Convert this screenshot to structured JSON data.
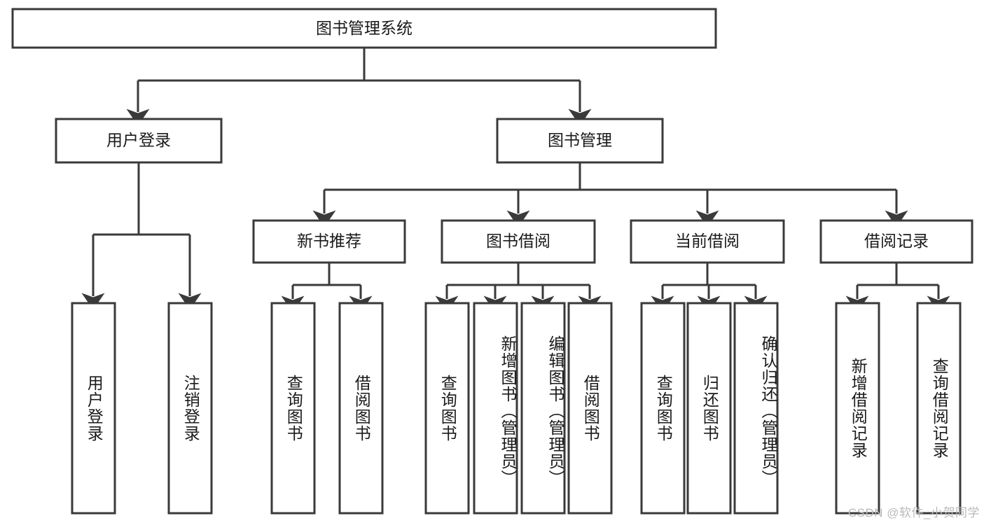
{
  "diagram": {
    "type": "tree-hierarchy-flowchart",
    "root": {
      "id": "root",
      "label": "图书管理系统"
    },
    "level2": [
      {
        "id": "user-login",
        "label": "用户登录"
      },
      {
        "id": "book-management",
        "label": "图书管理"
      }
    ],
    "level3": [
      {
        "id": "new-book-recommend",
        "label": "新书推荐",
        "parent": "book-management"
      },
      {
        "id": "book-borrow",
        "label": "图书借阅",
        "parent": "book-management"
      },
      {
        "id": "current-borrow",
        "label": "当前借阅",
        "parent": "book-management"
      },
      {
        "id": "borrow-record",
        "label": "借阅记录",
        "parent": "book-management"
      }
    ],
    "leaves": [
      {
        "id": "leaf-user-login",
        "label": "用户登录",
        "parent": "user-login",
        "align": "center"
      },
      {
        "id": "leaf-logout-login",
        "label": "注销登录",
        "parent": "user-login",
        "align": "center"
      },
      {
        "id": "leaf-query-book-recommend",
        "label": "查询图书",
        "parent": "new-book-recommend",
        "align": "center"
      },
      {
        "id": "leaf-borrow-book-recommend",
        "label": "借阅图书",
        "parent": "new-book-recommend",
        "align": "center"
      },
      {
        "id": "leaf-query-book-borrow",
        "label": "查询图书",
        "parent": "book-borrow",
        "align": "center"
      },
      {
        "id": "leaf-add-book",
        "label": "新增图书（管理员）",
        "parent": "book-borrow",
        "align": "top"
      },
      {
        "id": "leaf-edit-book",
        "label": "编辑图书（管理员）",
        "parent": "book-borrow",
        "align": "top"
      },
      {
        "id": "leaf-borrow-book",
        "label": "借阅图书",
        "parent": "book-borrow",
        "align": "center"
      },
      {
        "id": "leaf-query-book-current",
        "label": "查询图书",
        "parent": "current-borrow",
        "align": "center"
      },
      {
        "id": "leaf-return-book",
        "label": "归还图书",
        "parent": "current-borrow",
        "align": "center"
      },
      {
        "id": "leaf-confirm-return",
        "label": "确认归还（管理员）",
        "parent": "current-borrow",
        "align": "top"
      },
      {
        "id": "leaf-add-borrow-record",
        "label": "新增借阅记录",
        "parent": "borrow-record",
        "align": "center"
      },
      {
        "id": "leaf-query-borrow-record",
        "label": "查询借阅记录",
        "parent": "borrow-record",
        "align": "center"
      }
    ]
  },
  "watermark": {
    "text": "CSDN @软件_小贺同学"
  },
  "colors": {
    "stroke": "#3a3a3a",
    "text": "#1a1a1a",
    "background": "#ffffff",
    "watermark": "#b9b9b9"
  }
}
